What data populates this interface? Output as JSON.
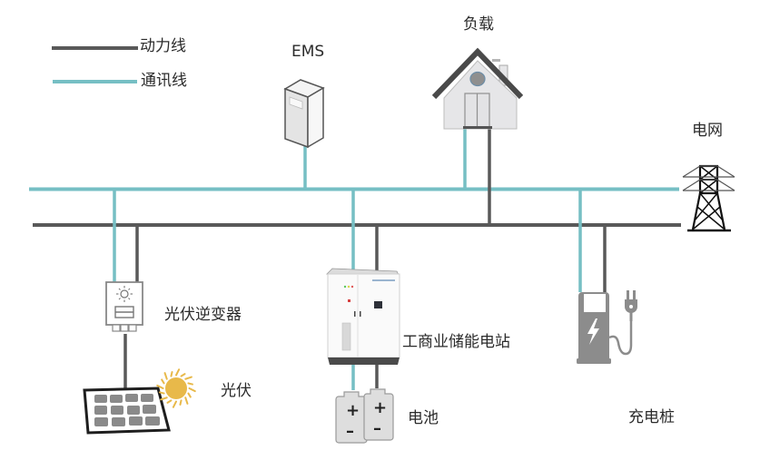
{
  "legend": {
    "items": [
      {
        "label": "动力线",
        "kind": "power",
        "color": "#595959"
      },
      {
        "label": "通讯线",
        "kind": "comm",
        "color": "#76bfc4"
      }
    ]
  },
  "colors": {
    "power_line": "#595959",
    "comm_line": "#76bfc4",
    "device_gray": "#8c8c8c",
    "sun": "#e8b94a",
    "house_wall": "#e6e6e8",
    "roof": "#4a4a4a"
  },
  "nodes": {
    "ems": {
      "label": "EMS"
    },
    "load": {
      "label": "负载"
    },
    "grid": {
      "label": "电网"
    },
    "pv_inverter": {
      "label": "光伏逆变器"
    },
    "pv": {
      "label": "光伏"
    },
    "ess_station": {
      "label": "工商业储能电站"
    },
    "battery": {
      "label": "电池",
      "plus": "+",
      "minus": "–"
    },
    "charger": {
      "label": "充电桩"
    }
  }
}
